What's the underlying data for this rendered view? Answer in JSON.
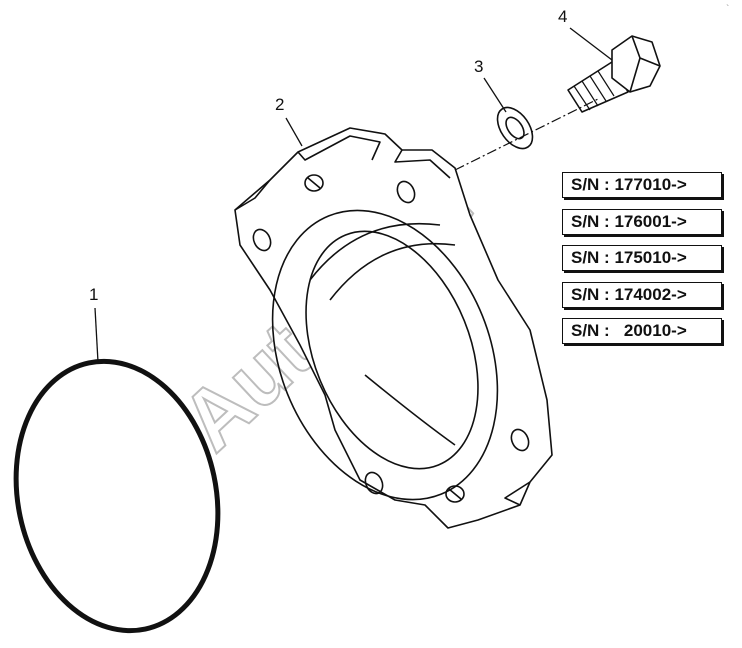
{
  "callouts": [
    "1",
    "2",
    "3",
    "4"
  ],
  "serial_numbers": [
    "S/N : 177010->",
    "S/N : 176001->",
    "S/N : 175010->",
    "S/N : 174002->",
    "S/N :   20010->"
  ],
  "watermark": "AutoSoft"
}
